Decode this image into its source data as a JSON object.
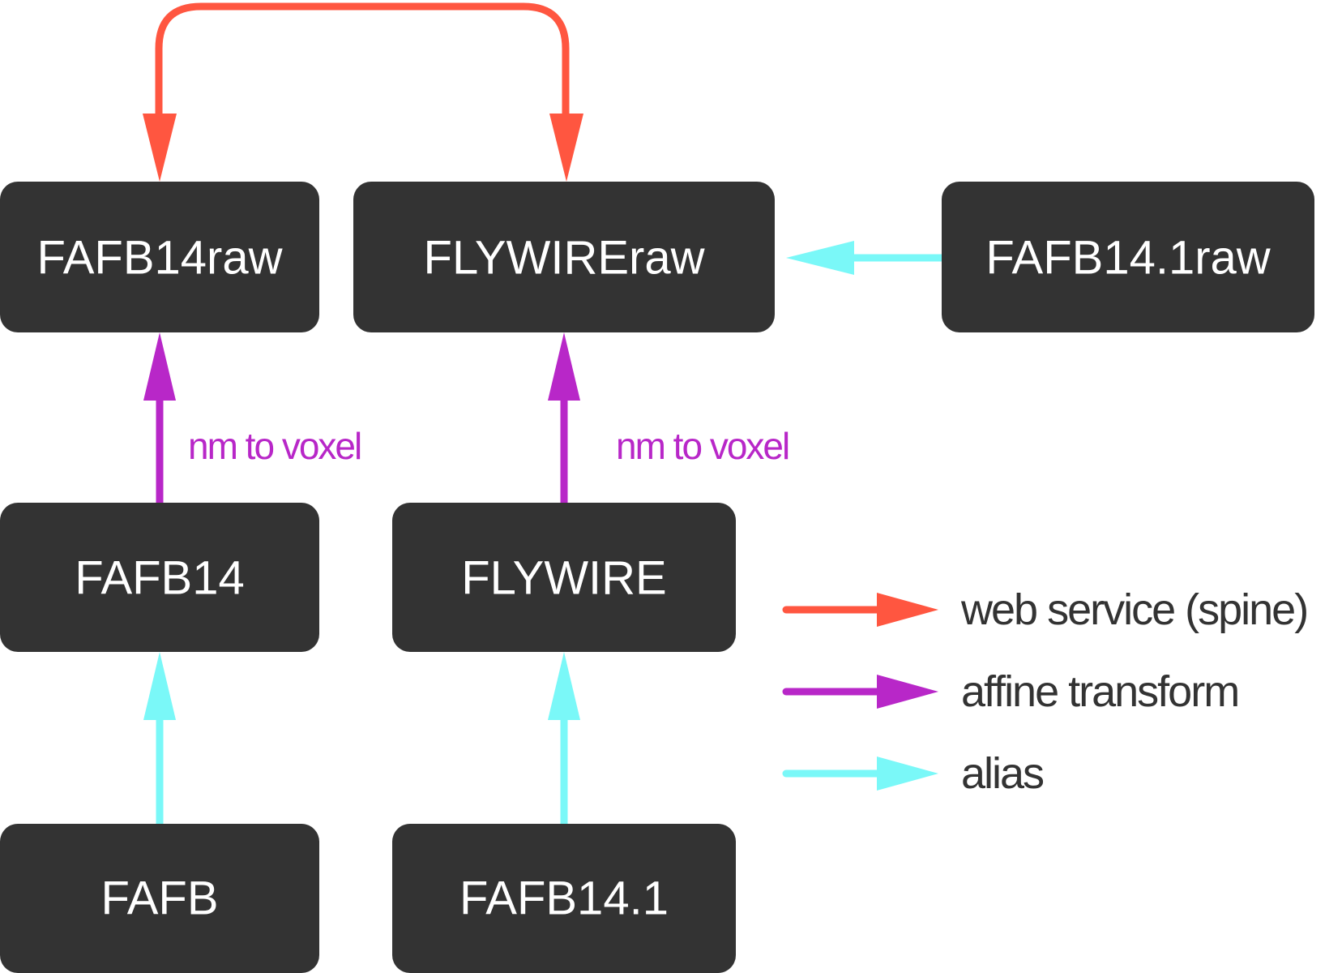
{
  "colors": {
    "node_fill": "#333333",
    "node_text": "#ffffff",
    "web_service": "#FF5640",
    "affine": "#B827C8",
    "alias": "#7AF8F8",
    "legend_text": "#333333"
  },
  "nodes": {
    "fafb14raw": "FAFB14raw",
    "flywireraw": "FLYWIREraw",
    "fafb14_1raw": "FAFB14.1raw",
    "fafb14": "FAFB14",
    "flywire": "FLYWIRE",
    "fafb": "FAFB",
    "fafb14_1": "FAFB14.1"
  },
  "edge_labels": {
    "fafb14_to_raw": "nm to voxel",
    "flywire_to_raw": "nm to voxel"
  },
  "legend": {
    "web_service": "web service (spine)",
    "affine": "affine transform",
    "alias": "alias"
  }
}
